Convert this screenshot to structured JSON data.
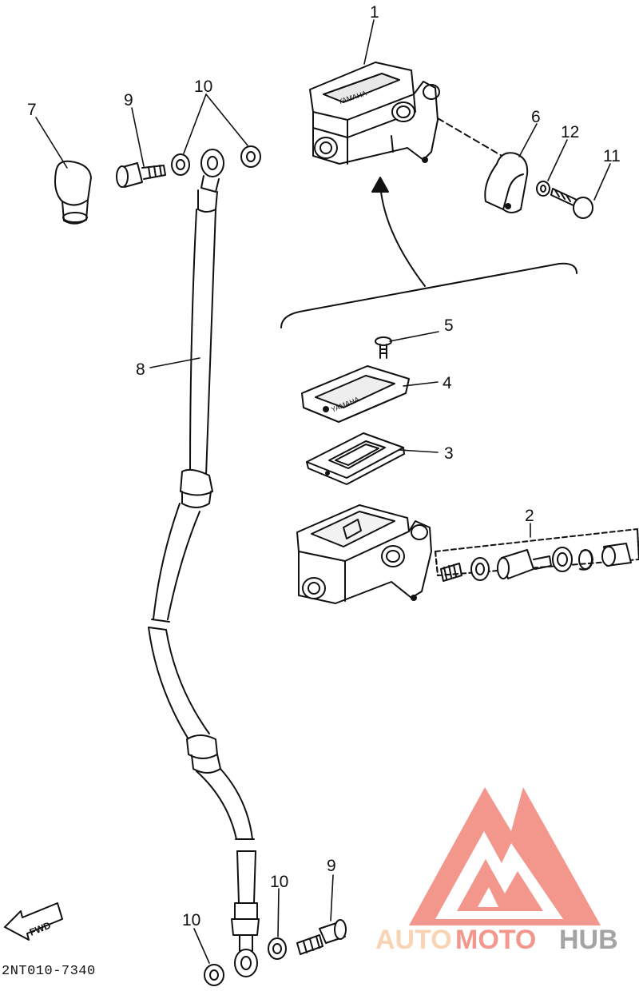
{
  "diagram_code": "2NT010-7340",
  "direction_badge": "FWD",
  "callouts": [
    "1",
    "2",
    "3",
    "4",
    "5",
    "6",
    "7",
    "8",
    "9",
    "9",
    "10",
    "10",
    "10",
    "11",
    "12"
  ],
  "brand": {
    "part1": "AUTO",
    "part2": "MOTO",
    "part3": "HUB",
    "colors": {
      "light": "#f7c9a0",
      "accent": "#f07a6e",
      "dark": "#8b8b8b"
    }
  }
}
